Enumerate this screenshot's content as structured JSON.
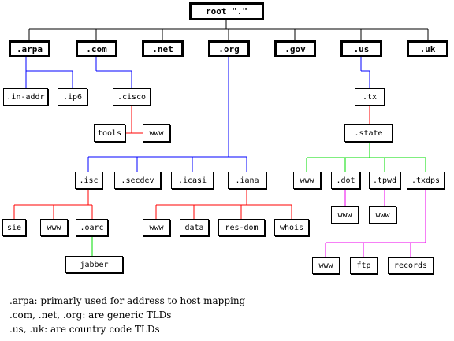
{
  "diagram": {
    "root": {
      "label": "root \".\""
    },
    "tlds": [
      {
        "id": "arpa",
        "label": ".arpa"
      },
      {
        "id": "com",
        "label": ".com"
      },
      {
        "id": "net",
        "label": ".net"
      },
      {
        "id": "org",
        "label": ".org"
      },
      {
        "id": "gov",
        "label": ".gov"
      },
      {
        "id": "us",
        "label": ".us"
      },
      {
        "id": "uk",
        "label": ".uk"
      }
    ],
    "nodes": {
      "in_addr": ".in-addr",
      "ip6": ".ip6",
      "cisco": ".cisco",
      "tools": "tools",
      "cisco_www": "www",
      "isc": ".isc",
      "secdev": ".secdev",
      "icasi": ".icasi",
      "iana": ".iana",
      "sie": "sie",
      "isc_www": "www",
      "oarc": ".oarc",
      "jabber": "jabber",
      "iana_www": "www",
      "data": "data",
      "res_dom": "res-dom",
      "whois": "whois",
      "tx": ".tx",
      "state": ".state",
      "state_www": "www",
      "dot": ".dot",
      "tpwd": ".tpwd",
      "txdps": ".txdps",
      "dot_www": "www",
      "tpwd_www": "www",
      "txdps_www": "www",
      "ftp": "ftp",
      "records": "records"
    },
    "edge_colors": {
      "black": "#000000",
      "blue": "#0000ff",
      "red": "#ff0000",
      "green": "#00dd00",
      "magenta": "#ee00ee"
    }
  },
  "notes": [
    ".arpa: primarly used for address to host mapping",
    ".com, .net, .org: are generic TLDs",
    ".us, .uk: are country code TLDs"
  ]
}
